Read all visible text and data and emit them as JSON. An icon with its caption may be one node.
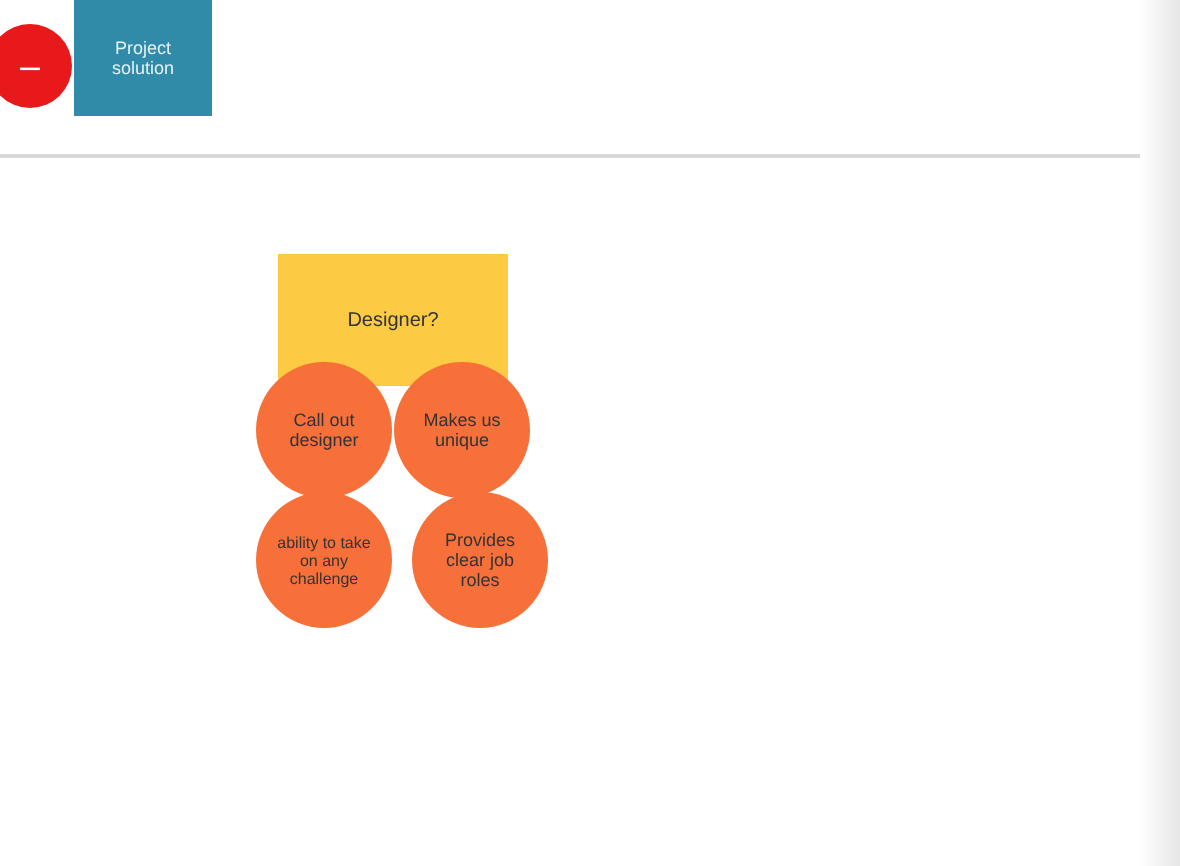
{
  "diagram": {
    "nodes": [
      {
        "text": [
          "–"
        ]
      },
      {
        "text": [
          "Project solution"
        ]
      },
      {
        "text": [
          "Designer?"
        ]
      },
      {
        "text": [
          "Call out designer"
        ]
      },
      {
        "text": [
          "Makes us unique"
        ]
      },
      {
        "text": [
          "ability to take on any challenge"
        ]
      },
      {
        "text": [
          "Provides clear job roles"
        ]
      }
    ]
  }
}
